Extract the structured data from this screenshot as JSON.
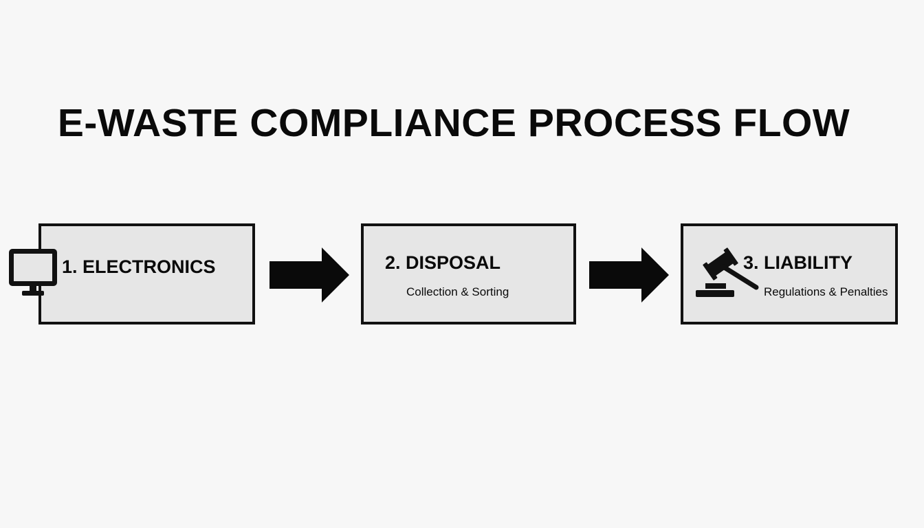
{
  "title": "E-WASTE COMPLIANCE PROCESS FLOW",
  "steps": [
    {
      "label": "1. ELECTRONICS",
      "sublabel": "",
      "icon": "monitor-icon"
    },
    {
      "label": "2. DISPOSAL",
      "sublabel": "Collection & Sorting",
      "icon": ""
    },
    {
      "label": "3. LIABILITY",
      "sublabel": "Regulations & Penalties",
      "icon": "gavel-icon"
    }
  ],
  "colors": {
    "background": "#f7f7f7",
    "box_fill": "#e6e6e6",
    "stroke": "#111111"
  }
}
